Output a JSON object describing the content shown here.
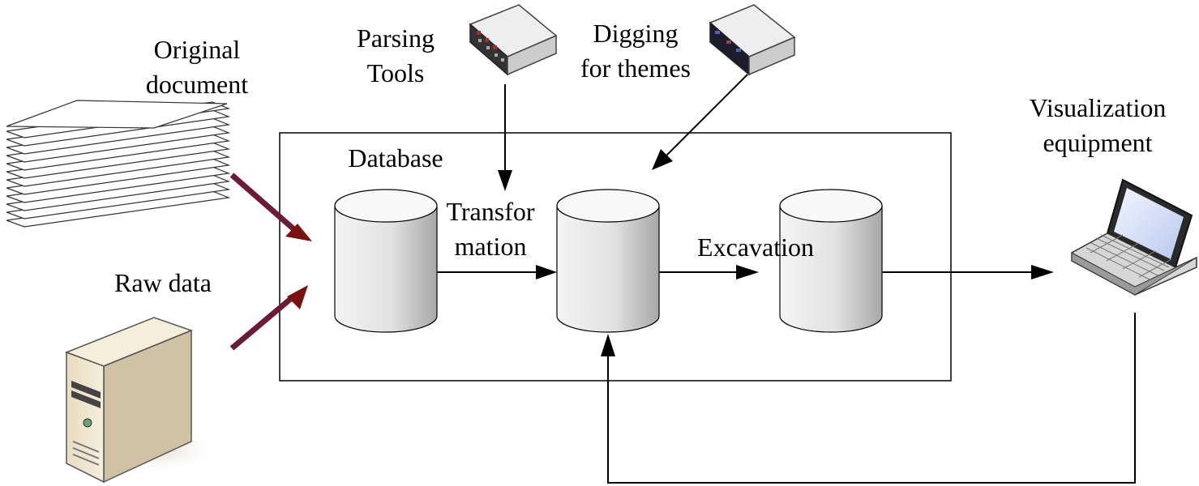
{
  "labels": {
    "original_document": [
      "Original",
      "document"
    ],
    "raw_data": "Raw data",
    "parsing_tools": [
      "Parsing",
      "Tools"
    ],
    "digging_for_themes": [
      "Digging",
      "for themes"
    ],
    "database": "Database",
    "transformation": [
      "Transfor",
      "mation"
    ],
    "excavation": "Excavation",
    "visualization_equipment": [
      "Visualization",
      "equipment"
    ]
  },
  "colors": {
    "line": "#000000",
    "input_arrow": "#6b1a3a",
    "input_arrow_head": "#7a1010",
    "cylinder_light": "#f4f4f4",
    "cylinder_dark": "#b4b4b4"
  },
  "icons": {
    "documents": "paper-stack-icon",
    "server": "server-tower-icon",
    "parser_device": "network-device-icon",
    "theme_device": "network-device-icon",
    "laptop": "laptop-icon",
    "database": "database-cylinder-icon"
  }
}
